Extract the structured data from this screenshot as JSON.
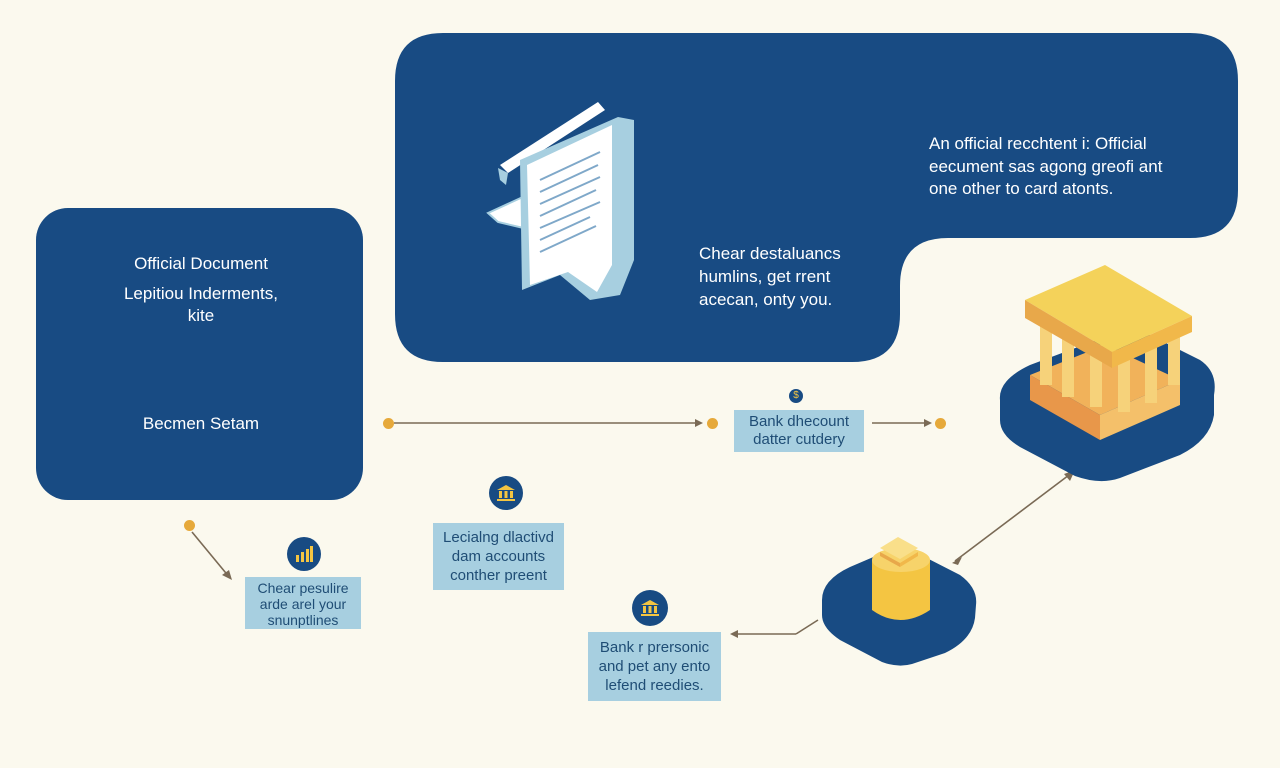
{
  "colors": {
    "background": "#fbf9ee",
    "navy": "#184b83",
    "chip": "#a7cfe0",
    "accent_gold": "#e6a93a",
    "gold": "#f4c542"
  },
  "left_panel": {
    "title": "Official Document",
    "line2": "Lepitiou Inderments,",
    "line3": "kite",
    "footer": "Becmen Setam"
  },
  "top_panel": {
    "right_line1": "An official recchtent i: Official",
    "right_line2": "eecument sas agong greofi ant",
    "right_line3": "one other to card atonts.",
    "mid_line1": "Chear destaluancs",
    "mid_line2": "humlins, get rrent",
    "mid_line3": "acecan, onty you."
  },
  "bank_chip": {
    "badge": "$",
    "line1": "Bank dhecount",
    "line2": "datter cutdery"
  },
  "chip_left": {
    "line1": "Chear pesulire",
    "line2": "arde arel your",
    "line3": "snunptlines"
  },
  "chip_mid": {
    "line1": "Lecialng dlactivd",
    "line2": "dam accounts",
    "line3": "conther preent"
  },
  "chip_bottom": {
    "line1": "Bank r prersonic",
    "line2": "and pet any ento",
    "line3": "lefend reedies."
  },
  "icons": [
    "document-icon",
    "bank-building-icon",
    "coin-stack-icon",
    "bar-chart-icon",
    "bank-icon"
  ]
}
